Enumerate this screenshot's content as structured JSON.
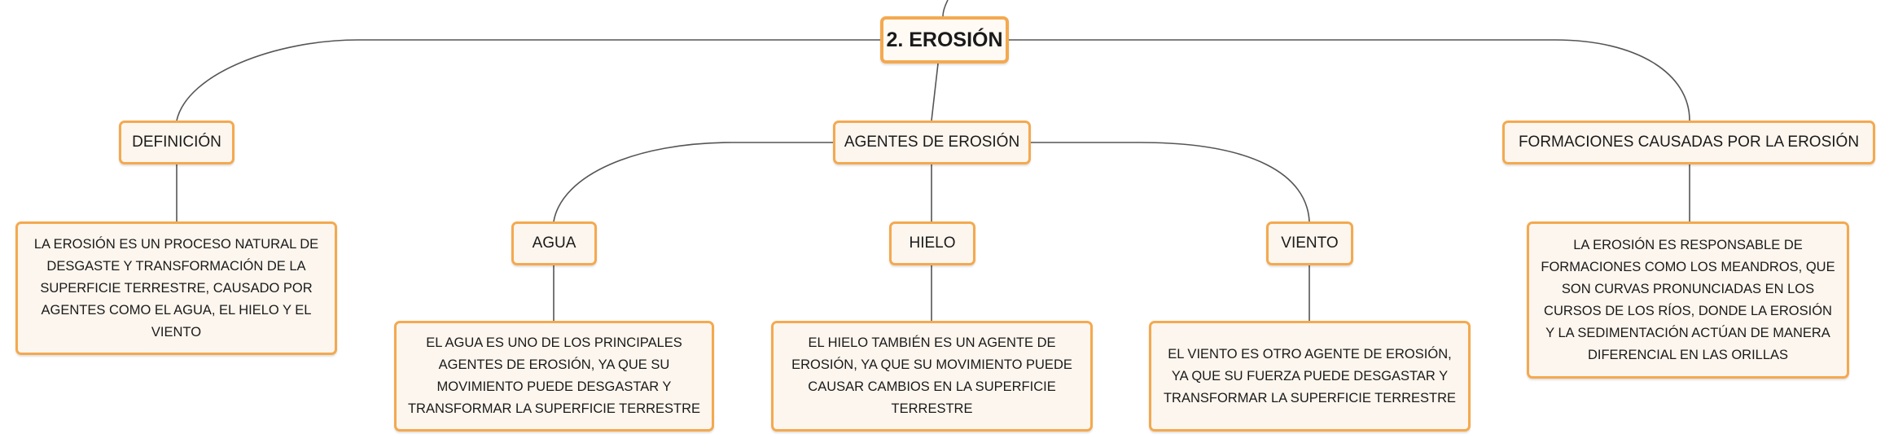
{
  "root": {
    "label": "2. EROSIÓN"
  },
  "branches": {
    "definicion": {
      "label": "DEFINICIÓN",
      "text": "LA EROSIÓN ES UN PROCESO NATURAL DE DESGASTE Y TRANSFORMACIÓN DE LA SUPERFICIE TERRESTRE, CAUSADO POR AGENTES COMO EL AGUA, EL HIELO Y EL VIENTO"
    },
    "agentes": {
      "label": "AGENTES DE EROSIÓN",
      "agua": {
        "label": "AGUA",
        "text": "EL AGUA ES UNO DE LOS PRINCIPALES AGENTES DE EROSIÓN, YA QUE SU MOVIMIENTO PUEDE DESGASTAR Y TRANSFORMAR LA SUPERFICIE TERRESTRE"
      },
      "hielo": {
        "label": "HIELO",
        "text": "EL HIELO TAMBIÉN ES UN AGENTE DE EROSIÓN, YA QUE SU MOVIMIENTO PUEDE CAUSAR CAMBIOS EN LA SUPERFICIE TERRESTRE"
      },
      "viento": {
        "label": "VIENTO",
        "text": "EL VIENTO ES OTRO AGENTE DE EROSIÓN, YA QUE SU FUERZA PUEDE DESGASTAR Y TRANSFORMAR LA SUPERFICIE TERRESTRE"
      }
    },
    "formaciones": {
      "label": "FORMACIONES CAUSADAS POR LA EROSIÓN",
      "text": "LA EROSIÓN ES RESPONSABLE DE FORMACIONES COMO LOS MEANDROS, QUE SON CURVAS PRONUNCIADAS EN LOS CURSOS DE LOS RÍOS, DONDE LA EROSIÓN Y LA SEDIMENTACIÓN ACTÚAN DE MANERA DIFERENCIAL EN LAS ORILLAS"
    }
  },
  "colors": {
    "node_border": "#f4a94f",
    "node_fill": "#fdf6ee",
    "connector": "#555555"
  }
}
